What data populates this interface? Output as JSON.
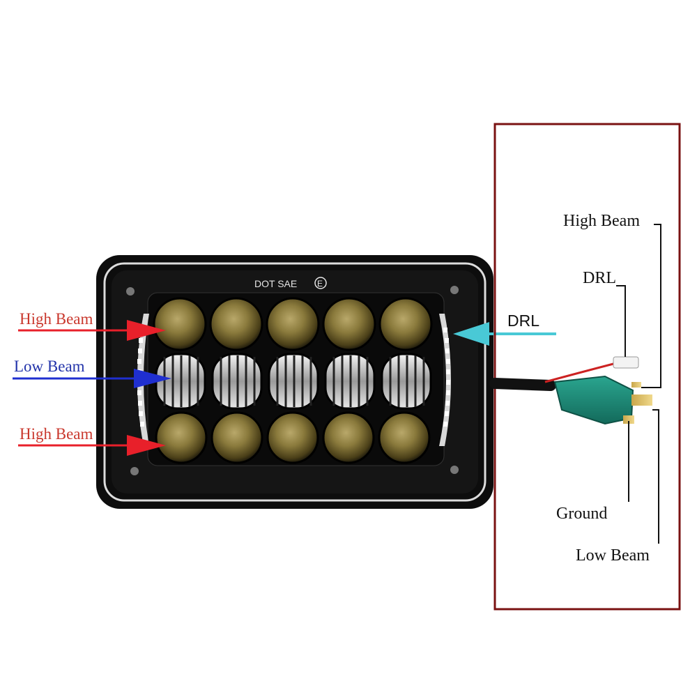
{
  "headlamp": {
    "marking": "DOT SAE",
    "cert_mark": "E"
  },
  "left_labels": {
    "high_beam_top": "High Beam",
    "low_beam": "Low Beam",
    "high_beam_bottom": "High Beam"
  },
  "drl_arrow_label": "DRL",
  "wiring": {
    "high_beam": "High Beam",
    "drl": "DRL",
    "ground": "Ground",
    "low_beam": "Low Beam"
  },
  "colors": {
    "high_beam_arrow": "#e8202a",
    "low_beam_arrow": "#1f2fd0",
    "drl_arrow": "#49c9d6",
    "high_label": "#c9372c",
    "low_label": "#2233aa",
    "panel_border": "#7a1212",
    "connector": "#1f8a78"
  }
}
